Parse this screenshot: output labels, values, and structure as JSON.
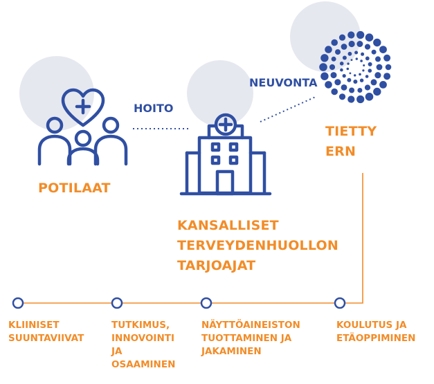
{
  "colors": {
    "orange": "#F28C28",
    "blue": "#2F4FA2",
    "circle_bg": "#E6E8F0"
  },
  "nodes": {
    "patients": {
      "label": "POTILAAT",
      "icon": "patients-heart-icon"
    },
    "providers": {
      "label": "KANSALLISET\nTERVEYDENHUOLLON\nTARJOAJAT",
      "icon": "hospital-icon"
    },
    "ern": {
      "label": "TIETTY\nERN",
      "icon": "ern-logo-icon"
    }
  },
  "connections": {
    "care": "HOITO",
    "advice": "NEUVONTA"
  },
  "timeline": {
    "items": [
      {
        "label": "KLIINISET\nSUUNTAVIIVAT"
      },
      {
        "label": "TUTKIMUS,\nINNOVOINTI\nJA\nOSAAMINEN"
      },
      {
        "label": "NÄYTTÖAINEISTON\nTUOTTAMINEN JA\nJAKAMINEN"
      },
      {
        "label": "KOULUTUS JA\nETÄOPPIMINEN"
      }
    ]
  }
}
